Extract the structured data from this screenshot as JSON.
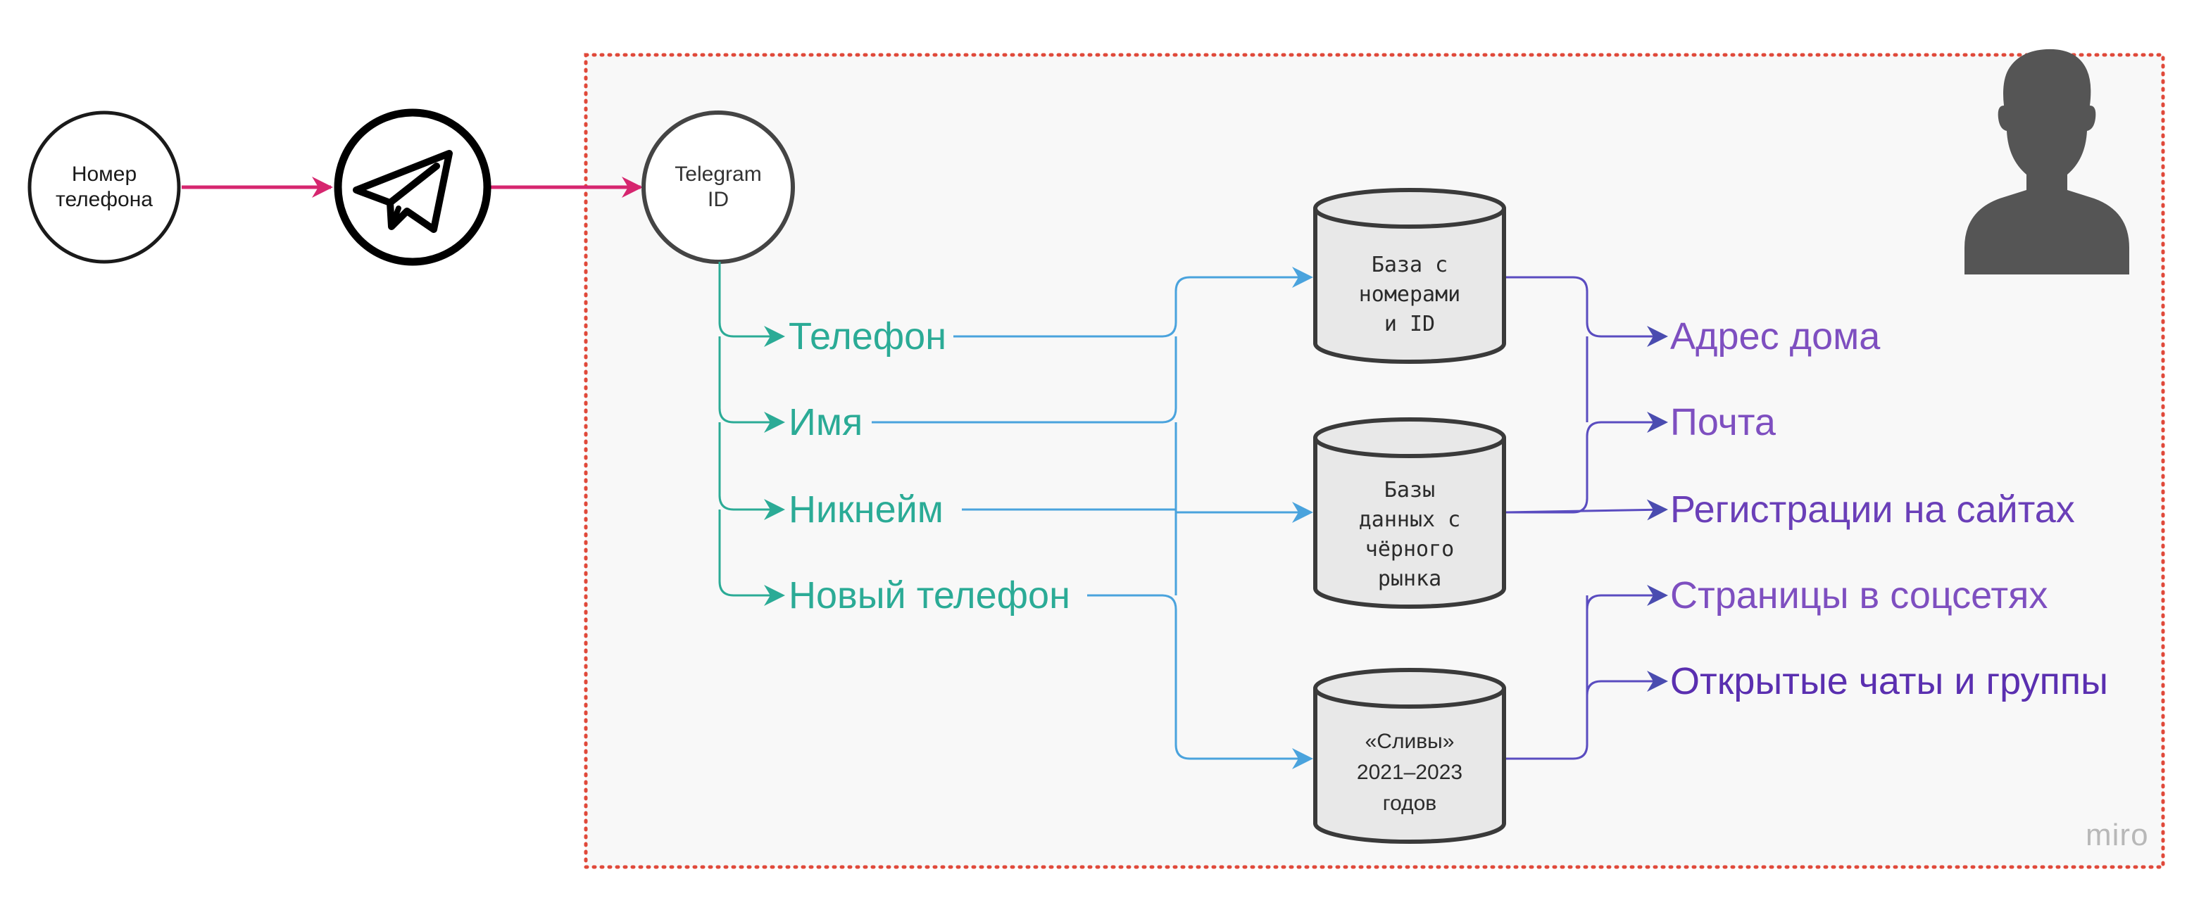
{
  "nodes": {
    "phone_number": "Номер\nтелефона",
    "telegram_id": "Telegram\nID"
  },
  "attributes": [
    "Телефон",
    "Имя",
    "Никнейм",
    "Новый телефон"
  ],
  "databases": [
    "База с\nномерами\nи ID",
    "Базы\nданных с\nчёрного\nрынка",
    "«Сливы»\n2021–2023\nгодов"
  ],
  "outputs": [
    "Адрес дома",
    "Почта",
    "Регистрации на сайтах",
    "Страницы в соцсетях",
    "Открытые чаты и группы"
  ],
  "watermark": "miro",
  "colors": {
    "pink_arrow": "#d6266f",
    "teal": "#2bab96",
    "blue": "#4aa3dd",
    "indigo": "#4a4cb0",
    "purple_text": "#7e4fc0",
    "dark_purple_text": "#5a2fb0",
    "dotted_border": "#e0493a",
    "container_bg": "#f8f8f8",
    "cylinder_fill": "#e8e8e8",
    "person_gray": "#555555"
  },
  "icons": [
    "telegram-icon",
    "person-icon"
  ]
}
